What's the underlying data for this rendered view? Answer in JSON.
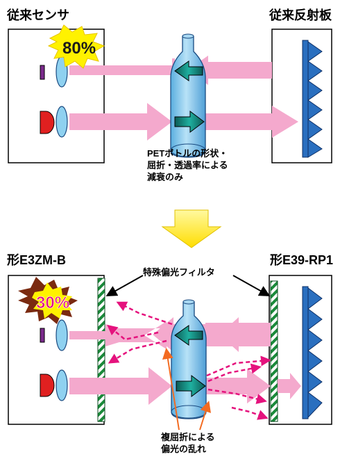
{
  "top": {
    "sensor_title": "従来センサ",
    "reflector_title": "従来反射板",
    "percentage": "80%",
    "note_lines": [
      "PETボトルの形状・",
      "屈折・透過率による",
      "減衰のみ"
    ]
  },
  "bottom": {
    "sensor_title": "形E3ZM-B",
    "reflector_title": "形E39-RP1",
    "percentage": "30%",
    "filter_label": "特殊偏光フィルタ",
    "note_lines": [
      "複屈折による",
      "偏光の乱れ"
    ]
  },
  "colors": {
    "beam": "#f4a9cd",
    "scatter": "#e5127d",
    "lens": "#8fd1f0",
    "emitter": "#e02020",
    "receiver": "#7b2a8c",
    "bottle": "#82c4ea",
    "reflector": "#2a6fbf",
    "down_arrow": "#ffee00",
    "burst_top": "#fff200",
    "burst_bottom": "#7a2a10",
    "filter_stripe": "#1a8a3a",
    "callout_arrow": "#f36b21"
  }
}
